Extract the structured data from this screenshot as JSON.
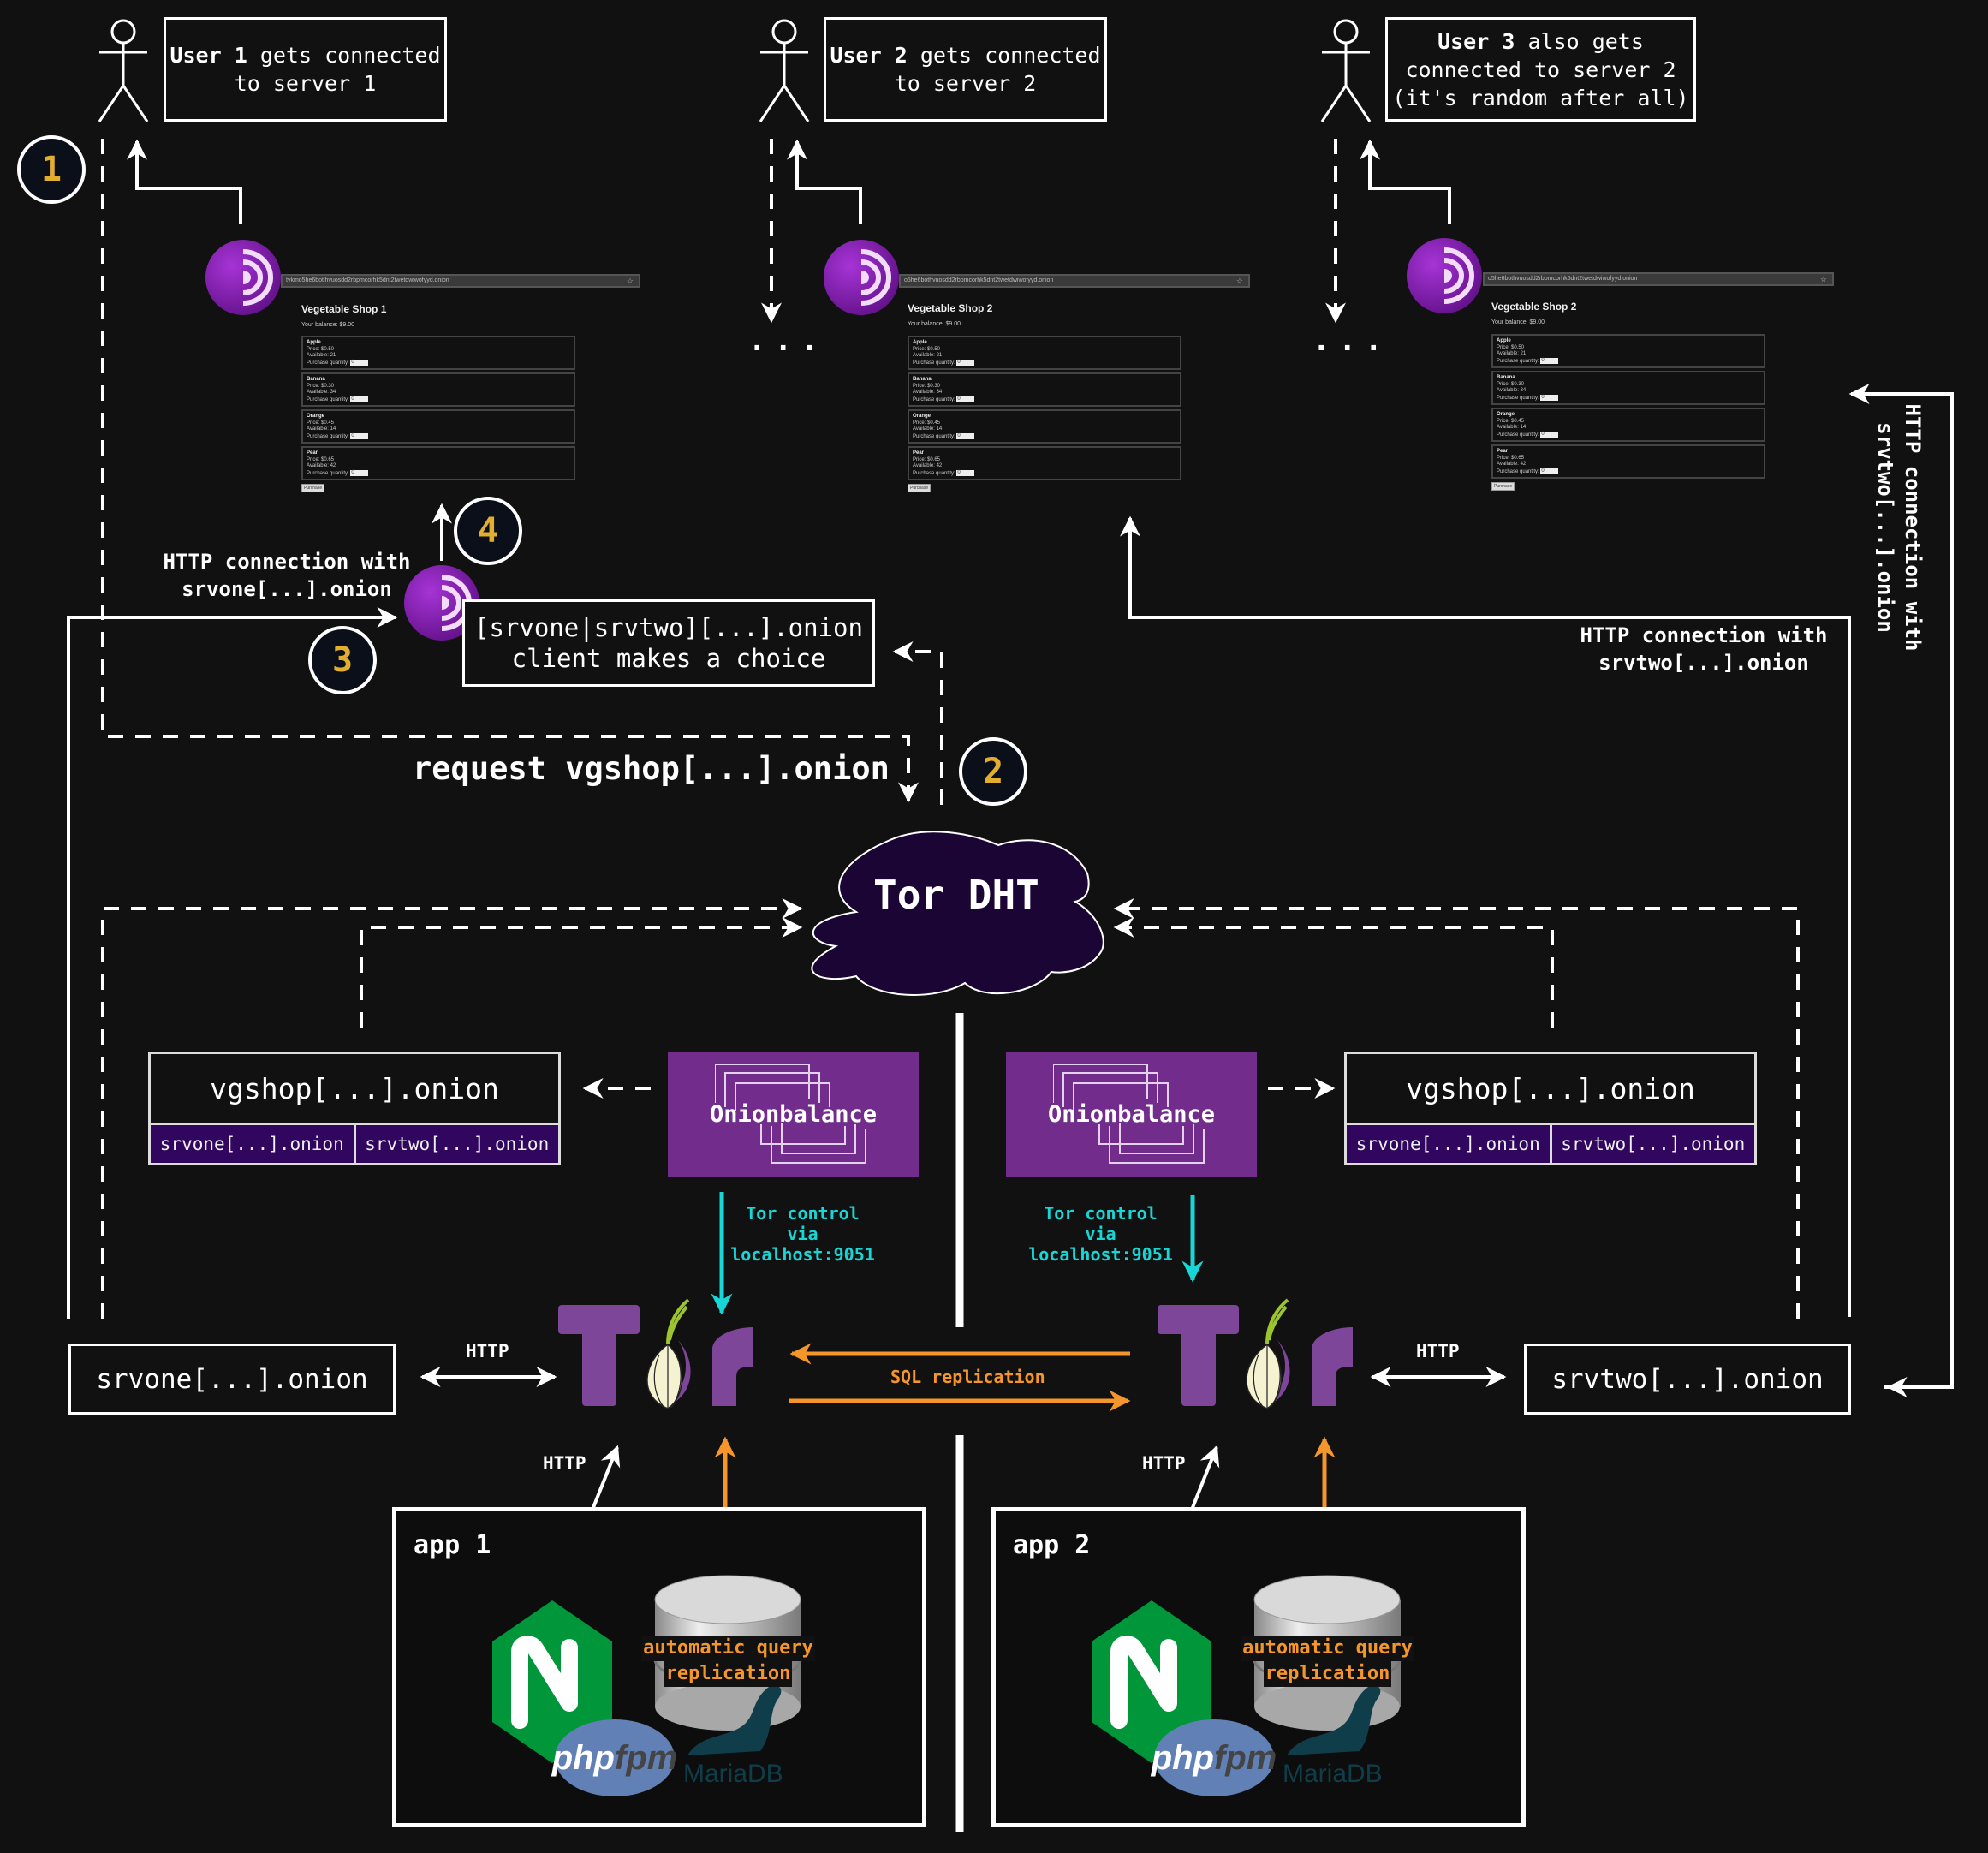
{
  "users": [
    {
      "bold": "User 1",
      "text": " gets connected\nto server 1"
    },
    {
      "bold": "User 2",
      "text": " gets connected\nto server 2"
    },
    {
      "bold": "User 3",
      "text": " also gets\nconnected to server 2\n(it's random after all)"
    }
  ],
  "steps": [
    "1",
    "2",
    "3",
    "4"
  ],
  "ellipsis": "...",
  "shops": [
    {
      "url": "tykmo5he6botlhvuosdd2rbpmcorhk5dnt2twetdwiwofyyd.onion",
      "title": "Vegetable Shop 1",
      "balance": "Your balance: $9.00",
      "items": [
        {
          "name": "Apple",
          "price": "Price: $0.50",
          "available": "Available: 21",
          "qty_label": "Purchase quantity:",
          "qty": "0"
        },
        {
          "name": "Banana",
          "price": "Price: $0.30",
          "available": "Available: 34",
          "qty_label": "Purchase quantity:",
          "qty": "0"
        },
        {
          "name": "Orange",
          "price": "Price: $0.45",
          "available": "Available: 14",
          "qty_label": "Purchase quantity:",
          "qty": "0"
        },
        {
          "name": "Pear",
          "price": "Price: $0.65",
          "available": "Available: 42",
          "qty_label": "Purchase quantity:",
          "qty": "0"
        }
      ],
      "button": "Purchase"
    },
    {
      "url": "o5he6bothvuosdd2rbpmcorhk5dnt2twetdwiwofyyd.onion",
      "title": "Vegetable Shop 2",
      "balance": "Your balance: $9.00",
      "items": [
        {
          "name": "Apple",
          "price": "Price: $0.50",
          "available": "Available: 21",
          "qty_label": "Purchase quantity:",
          "qty": "0"
        },
        {
          "name": "Banana",
          "price": "Price: $0.30",
          "available": "Available: 34",
          "qty_label": "Purchase quantity:",
          "qty": "0"
        },
        {
          "name": "Orange",
          "price": "Price: $0.45",
          "available": "Available: 14",
          "qty_label": "Purchase quantity:",
          "qty": "0"
        },
        {
          "name": "Pear",
          "price": "Price: $0.65",
          "available": "Available: 42",
          "qty_label": "Purchase quantity:",
          "qty": "0"
        }
      ],
      "button": "Purchase"
    },
    {
      "url": "o5he6bothvuosdd2rbpmcorhk5dnt2twetdwiwofyyd.onion",
      "title": "Vegetable Shop 2",
      "balance": "Your balance: $9.00",
      "items": [
        {
          "name": "Apple",
          "price": "Price: $0.50",
          "available": "Available: 21",
          "qty_label": "Purchase quantity:",
          "qty": "0"
        },
        {
          "name": "Banana",
          "price": "Price: $0.30",
          "available": "Available: 34",
          "qty_label": "Purchase quantity:",
          "qty": "0"
        },
        {
          "name": "Orange",
          "price": "Price: $0.45",
          "available": "Available: 14",
          "qty_label": "Purchase quantity:",
          "qty": "0"
        },
        {
          "name": "Pear",
          "price": "Price: $0.65",
          "available": "Available: 42",
          "qty_label": "Purchase quantity:",
          "qty": "0"
        }
      ],
      "button": "Purchase"
    }
  ],
  "labels": {
    "http_srvone": "HTTP connection with\nsrvone[...].onion",
    "http_srvtwo": "HTTP connection with\nsrvtwo[...].onion",
    "http_srvtwo_vertical": "HTTP connection with\nsrvtwo[...].onion",
    "client_choice": "[srvone|srvtwo][...].onion\nclient makes a choice",
    "request": "request vgshop[...].onion",
    "tor_dht": "Tor DHT",
    "http": "HTTP",
    "sql_replication": "SQL replication",
    "tor_control": "Tor control\nvia\nlocalhost:9051",
    "auto_query_1": "automatic query",
    "auto_query_2": "replication"
  },
  "descriptors": [
    {
      "main": "vgshop[...].onion",
      "backends": [
        "srvone[...].onion",
        "srvtwo[...].onion"
      ]
    },
    {
      "main": "vgshop[...].onion",
      "backends": [
        "srvone[...].onion",
        "srvtwo[...].onion"
      ]
    }
  ],
  "onionbalance": [
    "Onionbalance",
    "Onionbalance"
  ],
  "servers": [
    "srvone[...].onion",
    "srvtwo[...].onion"
  ],
  "apps": [
    {
      "name": "app 1",
      "stack": [
        "nginx",
        "php-fpm",
        "MariaDB"
      ]
    },
    {
      "name": "app 2",
      "stack": [
        "nginx",
        "php-fpm",
        "MariaDB"
      ]
    }
  ],
  "logos": {
    "phpfpm_php": "php",
    "phpfpm_fpm": "fpm",
    "mariadb": "MariaDB",
    "tor_t": "T",
    "tor_r": "r"
  },
  "colors": {
    "background": "#111111",
    "step_number": "#e2ae30",
    "onionbalance": "#722d8c",
    "descriptor_row": "#30065e",
    "tor_purple": "#7d4698",
    "cyan": "#19d6d6",
    "orange": "#f5962c",
    "cloud": "#1a0535"
  }
}
